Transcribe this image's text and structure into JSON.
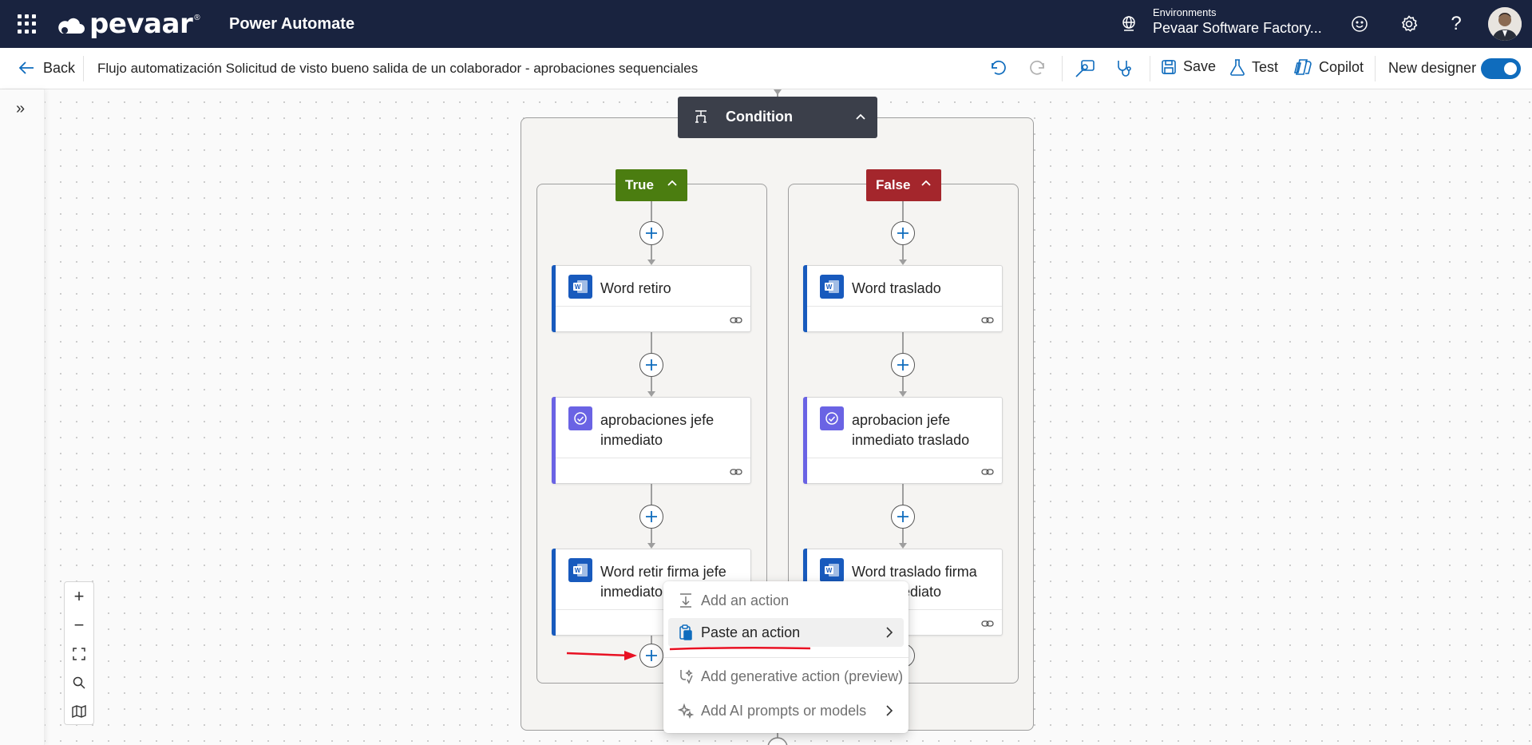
{
  "brand": {
    "logo_text": "pevaar",
    "app_name": "Power Automate"
  },
  "environment": {
    "label": "Environments",
    "name": "Pevaar Software Factory..."
  },
  "command_bar": {
    "back_label": "Back",
    "flow_title": "Flujo automatización Solicitud de visto bueno salida de un colaborador - aprobaciones sequenciales",
    "save_label": "Save",
    "test_label": "Test",
    "copilot_label": "Copilot",
    "new_designer_label": "New designer",
    "new_designer_enabled": true
  },
  "flow": {
    "condition_label": "Condition",
    "true_branch": {
      "label": "True",
      "actions": [
        {
          "title": "Word retiro",
          "type": "word"
        },
        {
          "title": "aprobaciones jefe inmediato",
          "type": "approval"
        },
        {
          "title": "Word retir firma jefe inmediato",
          "type": "word"
        }
      ]
    },
    "false_branch": {
      "label": "False",
      "actions": [
        {
          "title": "Word traslado",
          "type": "word"
        },
        {
          "title": "aprobacion jefe inmediato traslado",
          "type": "approval"
        },
        {
          "title": "Word traslado firma jefe inmediato",
          "type": "word"
        }
      ]
    }
  },
  "context_menu": {
    "items": [
      {
        "label": "Add an action",
        "icon": "add-action-icon"
      },
      {
        "label": "Paste an action",
        "icon": "paste-icon",
        "has_submenu": true,
        "active": true
      },
      {
        "label": "Add generative action (preview)",
        "icon": "generative-action-icon"
      },
      {
        "label": "Add AI prompts or models",
        "icon": "ai-sparkle-icon",
        "has_submenu": true
      }
    ]
  },
  "colors": {
    "header_bg": "#19233f",
    "accent": "#0f6cbd",
    "true_tag": "#4b7d10",
    "false_tag": "#a4262c",
    "word_icon": "#185abd",
    "approval_icon": "#6a63e4",
    "annotation_red": "#e81123"
  }
}
